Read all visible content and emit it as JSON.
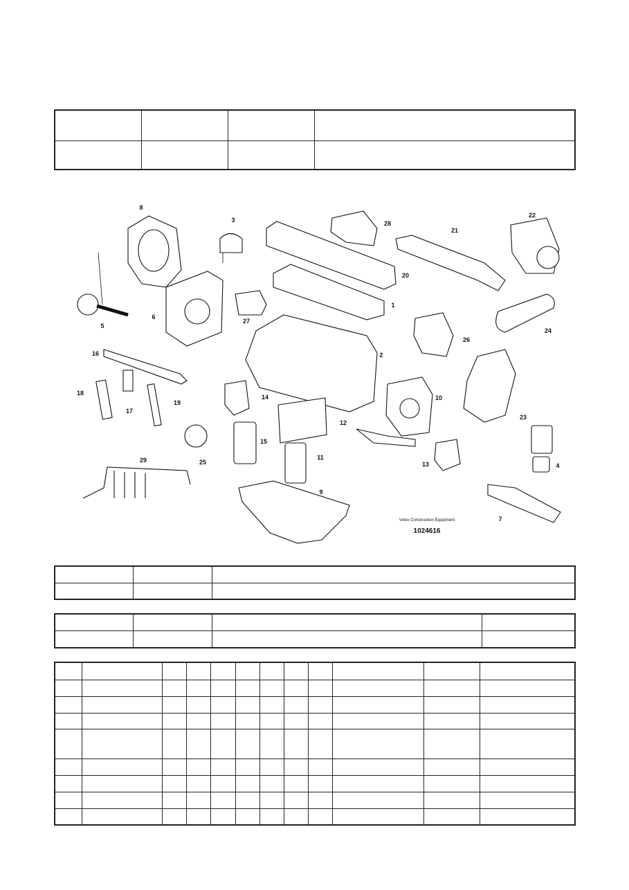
{
  "diagram": {
    "callouts": [
      "1",
      "2",
      "3",
      "4",
      "5",
      "6",
      "7",
      "8",
      "9",
      "10",
      "11",
      "12",
      "13",
      "14",
      "15",
      "16",
      "17",
      "18",
      "19",
      "20",
      "21",
      "22",
      "23",
      "24",
      "25",
      "26",
      "27",
      "28",
      "29"
    ],
    "publisher": "Volvo Construction Equipment",
    "illustration_number": "1024616"
  },
  "tables": {
    "header_table": {
      "rows": 2,
      "columns": 4
    },
    "info_table_1": {
      "rows": 2,
      "columns": 3
    },
    "info_table_2": {
      "rows": 2,
      "columns": 4
    },
    "parts_table": {
      "rows": 9,
      "columns": 12
    }
  }
}
